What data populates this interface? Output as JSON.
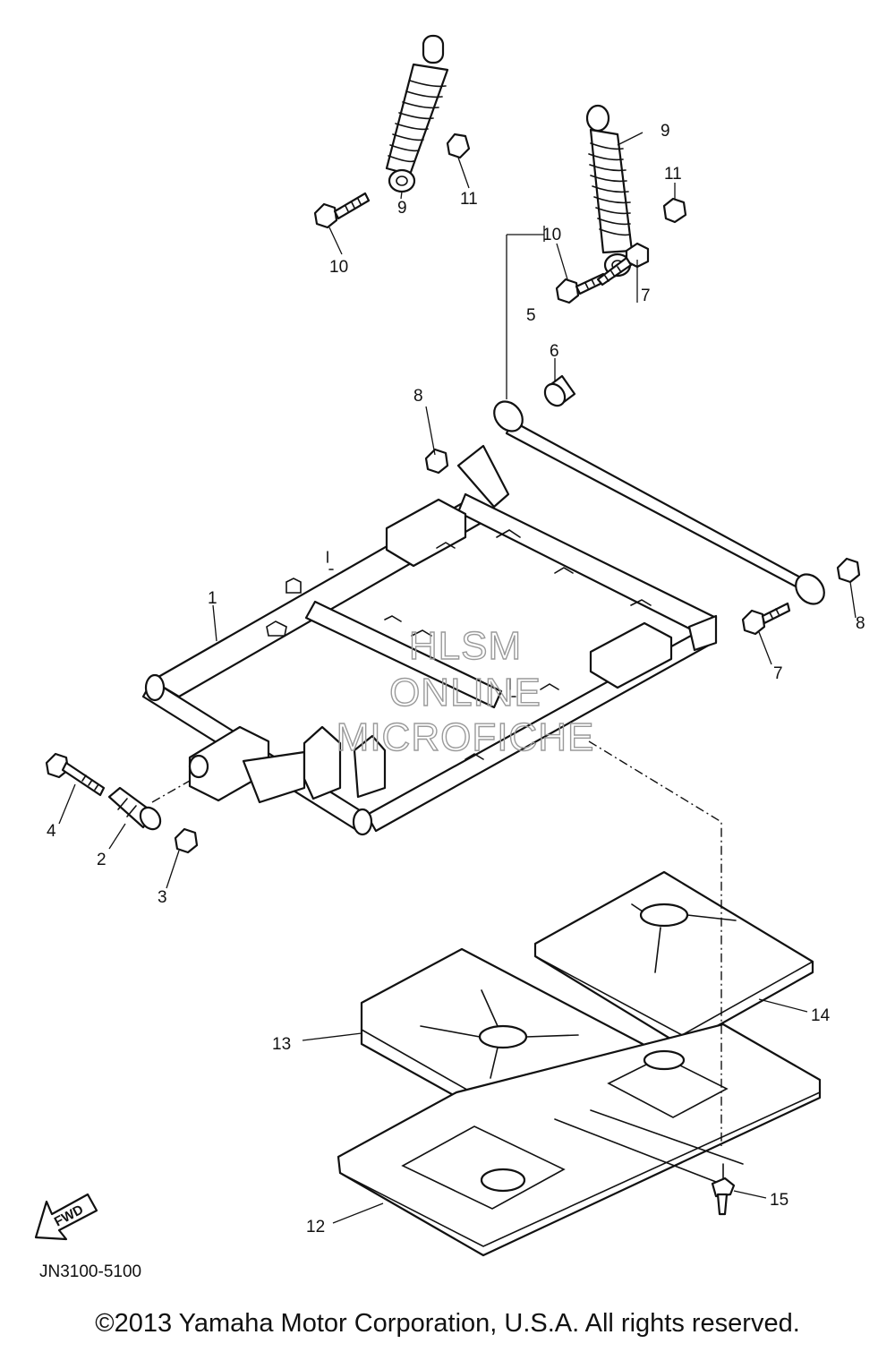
{
  "callouts": {
    "c1": "1",
    "c2": "2",
    "c3": "3",
    "c4": "4",
    "c5": "5",
    "c6": "6",
    "c7a": "7",
    "c7b": "7",
    "c8a": "8",
    "c8b": "8",
    "c9a": "9",
    "c9b": "9",
    "c10a": "10",
    "c10b": "10",
    "c11a": "11",
    "c11b": "11",
    "c12": "12",
    "c13": "13",
    "c14": "14",
    "c15": "15"
  },
  "watermark": {
    "line1": "HLSM",
    "line2": "ONLINE",
    "line3": "MICROFICHE"
  },
  "diagram_code": "JN3100-5100",
  "fwd_label": "FWD",
  "copyright": "©2013 Yamaha Motor Corporation, U.S.A. All rights reserved."
}
